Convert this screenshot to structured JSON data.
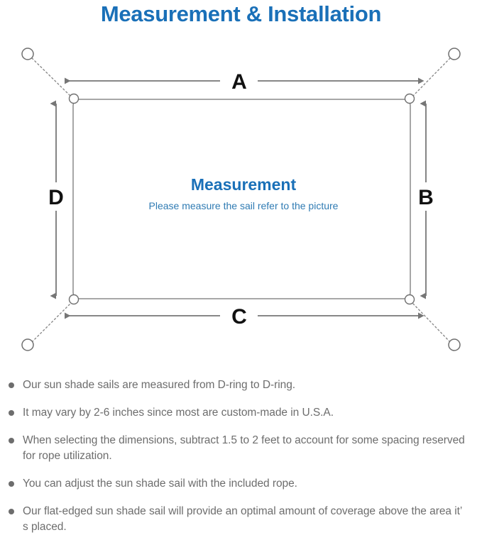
{
  "page": {
    "title": "Measurement & Installation",
    "title_color": "#1a70b8",
    "background": "#ffffff"
  },
  "diagram": {
    "name": "sun-shade-sail-measurement-diagram",
    "sail": {
      "heading": "Measurement",
      "subheading": "Please measure the sail refer to the picture",
      "heading_color": "#1a70b8",
      "subheading_color": "#2f7bb3",
      "edge_color": "#8a8a8a"
    },
    "dimension_labels": [
      {
        "id": "A",
        "label": "A",
        "edge": "top",
        "orientation": "horizontal"
      },
      {
        "id": "B",
        "label": "B",
        "edge": "right",
        "orientation": "vertical"
      },
      {
        "id": "C",
        "label": "C",
        "edge": "bottom",
        "orientation": "horizontal"
      },
      {
        "id": "D",
        "label": "D",
        "edge": "left",
        "orientation": "vertical"
      }
    ],
    "label_color": "#111111",
    "arrow_color": "#767676",
    "rope_color": "#8a8a8a",
    "anchor_points": [
      {
        "id": "top-left",
        "corner": "top-left"
      },
      {
        "id": "top-right",
        "corner": "top-right"
      },
      {
        "id": "bottom-left",
        "corner": "bottom-left"
      },
      {
        "id": "bottom-right",
        "corner": "bottom-right"
      }
    ],
    "d_rings": [
      {
        "id": "d-ring-top-left"
      },
      {
        "id": "d-ring-top-right"
      },
      {
        "id": "d-ring-bottom-left"
      },
      {
        "id": "d-ring-bottom-right"
      }
    ]
  },
  "notes": {
    "bullet_color": "#6d6d6d",
    "text_color": "#6d6d6d",
    "items": [
      "Our sun shade sails are measured from D-ring to D-ring.",
      "It may vary by 2-6 inches since most are custom-made in U.S.A.",
      "When selecting the dimensions, subtract 1.5 to 2 feet to account for some spacing reserved for rope utilization.",
      "You can adjust the sun shade sail with the included rope.",
      "Our flat-edged sun shade sail will provide an optimal amount of coverage above the area it’ s placed."
    ]
  }
}
